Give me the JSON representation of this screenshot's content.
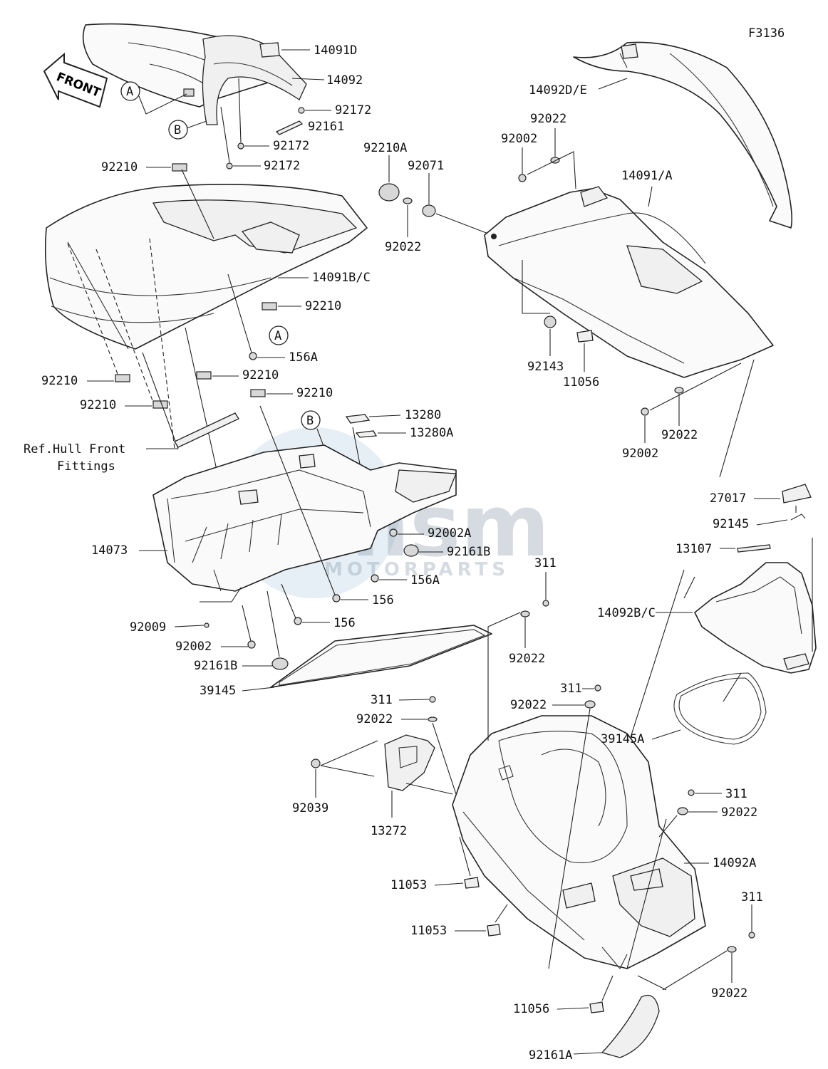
{
  "figure_code": "F3136",
  "front_arrow_label": "FRONT",
  "watermark": {
    "brand": "msm",
    "sub": "MOTORPARTS"
  },
  "callouts": {
    "a": "A",
    "b": "B"
  },
  "parts": {
    "p14091D": "14091D",
    "p14092": "14092",
    "p92172_1": "92172",
    "p92161": "92161",
    "p92172_2": "92172",
    "p92172_3": "92172",
    "p92210_top": "92210",
    "p14091BC": "14091B/C",
    "p92210_r": "92210",
    "p156A_1": "156A",
    "p92210_l1": "92210",
    "p92210_m1": "92210",
    "p92210_l2": "92210",
    "p92210_m2": "92210",
    "p13280": "13280",
    "p13280A": "13280A",
    "ref_line1": "Ref.Hull Front",
    "ref_line2": "Fittings",
    "p92002A": "92002A",
    "p14073": "14073",
    "p92161B_1": "92161B",
    "p156A_2": "156A",
    "p156_1": "156",
    "p156_2": "156",
    "p92009": "92009",
    "p92002_l": "92002",
    "p92161B_2": "92161B",
    "p39145": "39145",
    "p311_a": "311",
    "p92022_a": "92022",
    "p92039": "92039",
    "p13272": "13272",
    "p11053_1": "11053",
    "p11053_2": "11053",
    "p11056_b": "11056",
    "p92161A": "92161A",
    "p14092DE": "14092D/E",
    "p92022_t": "92022",
    "p92002_t": "92002",
    "p92210A": "92210A",
    "p92071": "92071",
    "p14091A": "14091/A",
    "p92022_m": "92022",
    "p92143": "92143",
    "p11056_t": "11056",
    "p92002_r": "92002",
    "p92022_r": "92022",
    "p27017": "27017",
    "p92145": "92145",
    "p13107": "13107",
    "p311_b": "311",
    "p92022_b": "92022",
    "p14092BC": "14092B/C",
    "p311_c": "311",
    "p92022_c": "92022",
    "p39145A": "39145A",
    "p311_d": "311",
    "p92022_d": "92022",
    "p14092A": "14092A",
    "p311_e": "311",
    "p92022_e": "92022"
  }
}
